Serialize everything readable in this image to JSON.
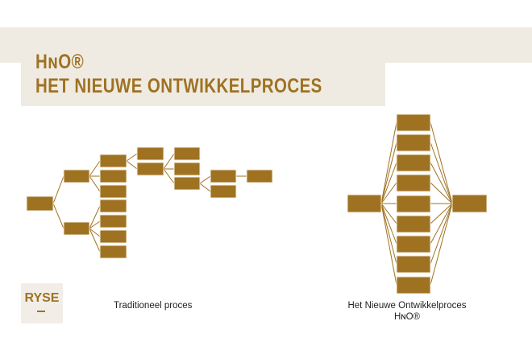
{
  "title": {
    "line1": "HɴO®",
    "line2": "HET NIEUWE ONTWIKKELPROCES"
  },
  "logo": {
    "text": "RYSE"
  },
  "captions": {
    "traditional": "Traditioneel proces",
    "new_line1": "Het Nieuwe Ontwikkelproces",
    "new_line2": "HɴO®"
  },
  "colors": {
    "accent": "#9f7222",
    "band": "#efebe3",
    "background": "#ffffff"
  }
}
